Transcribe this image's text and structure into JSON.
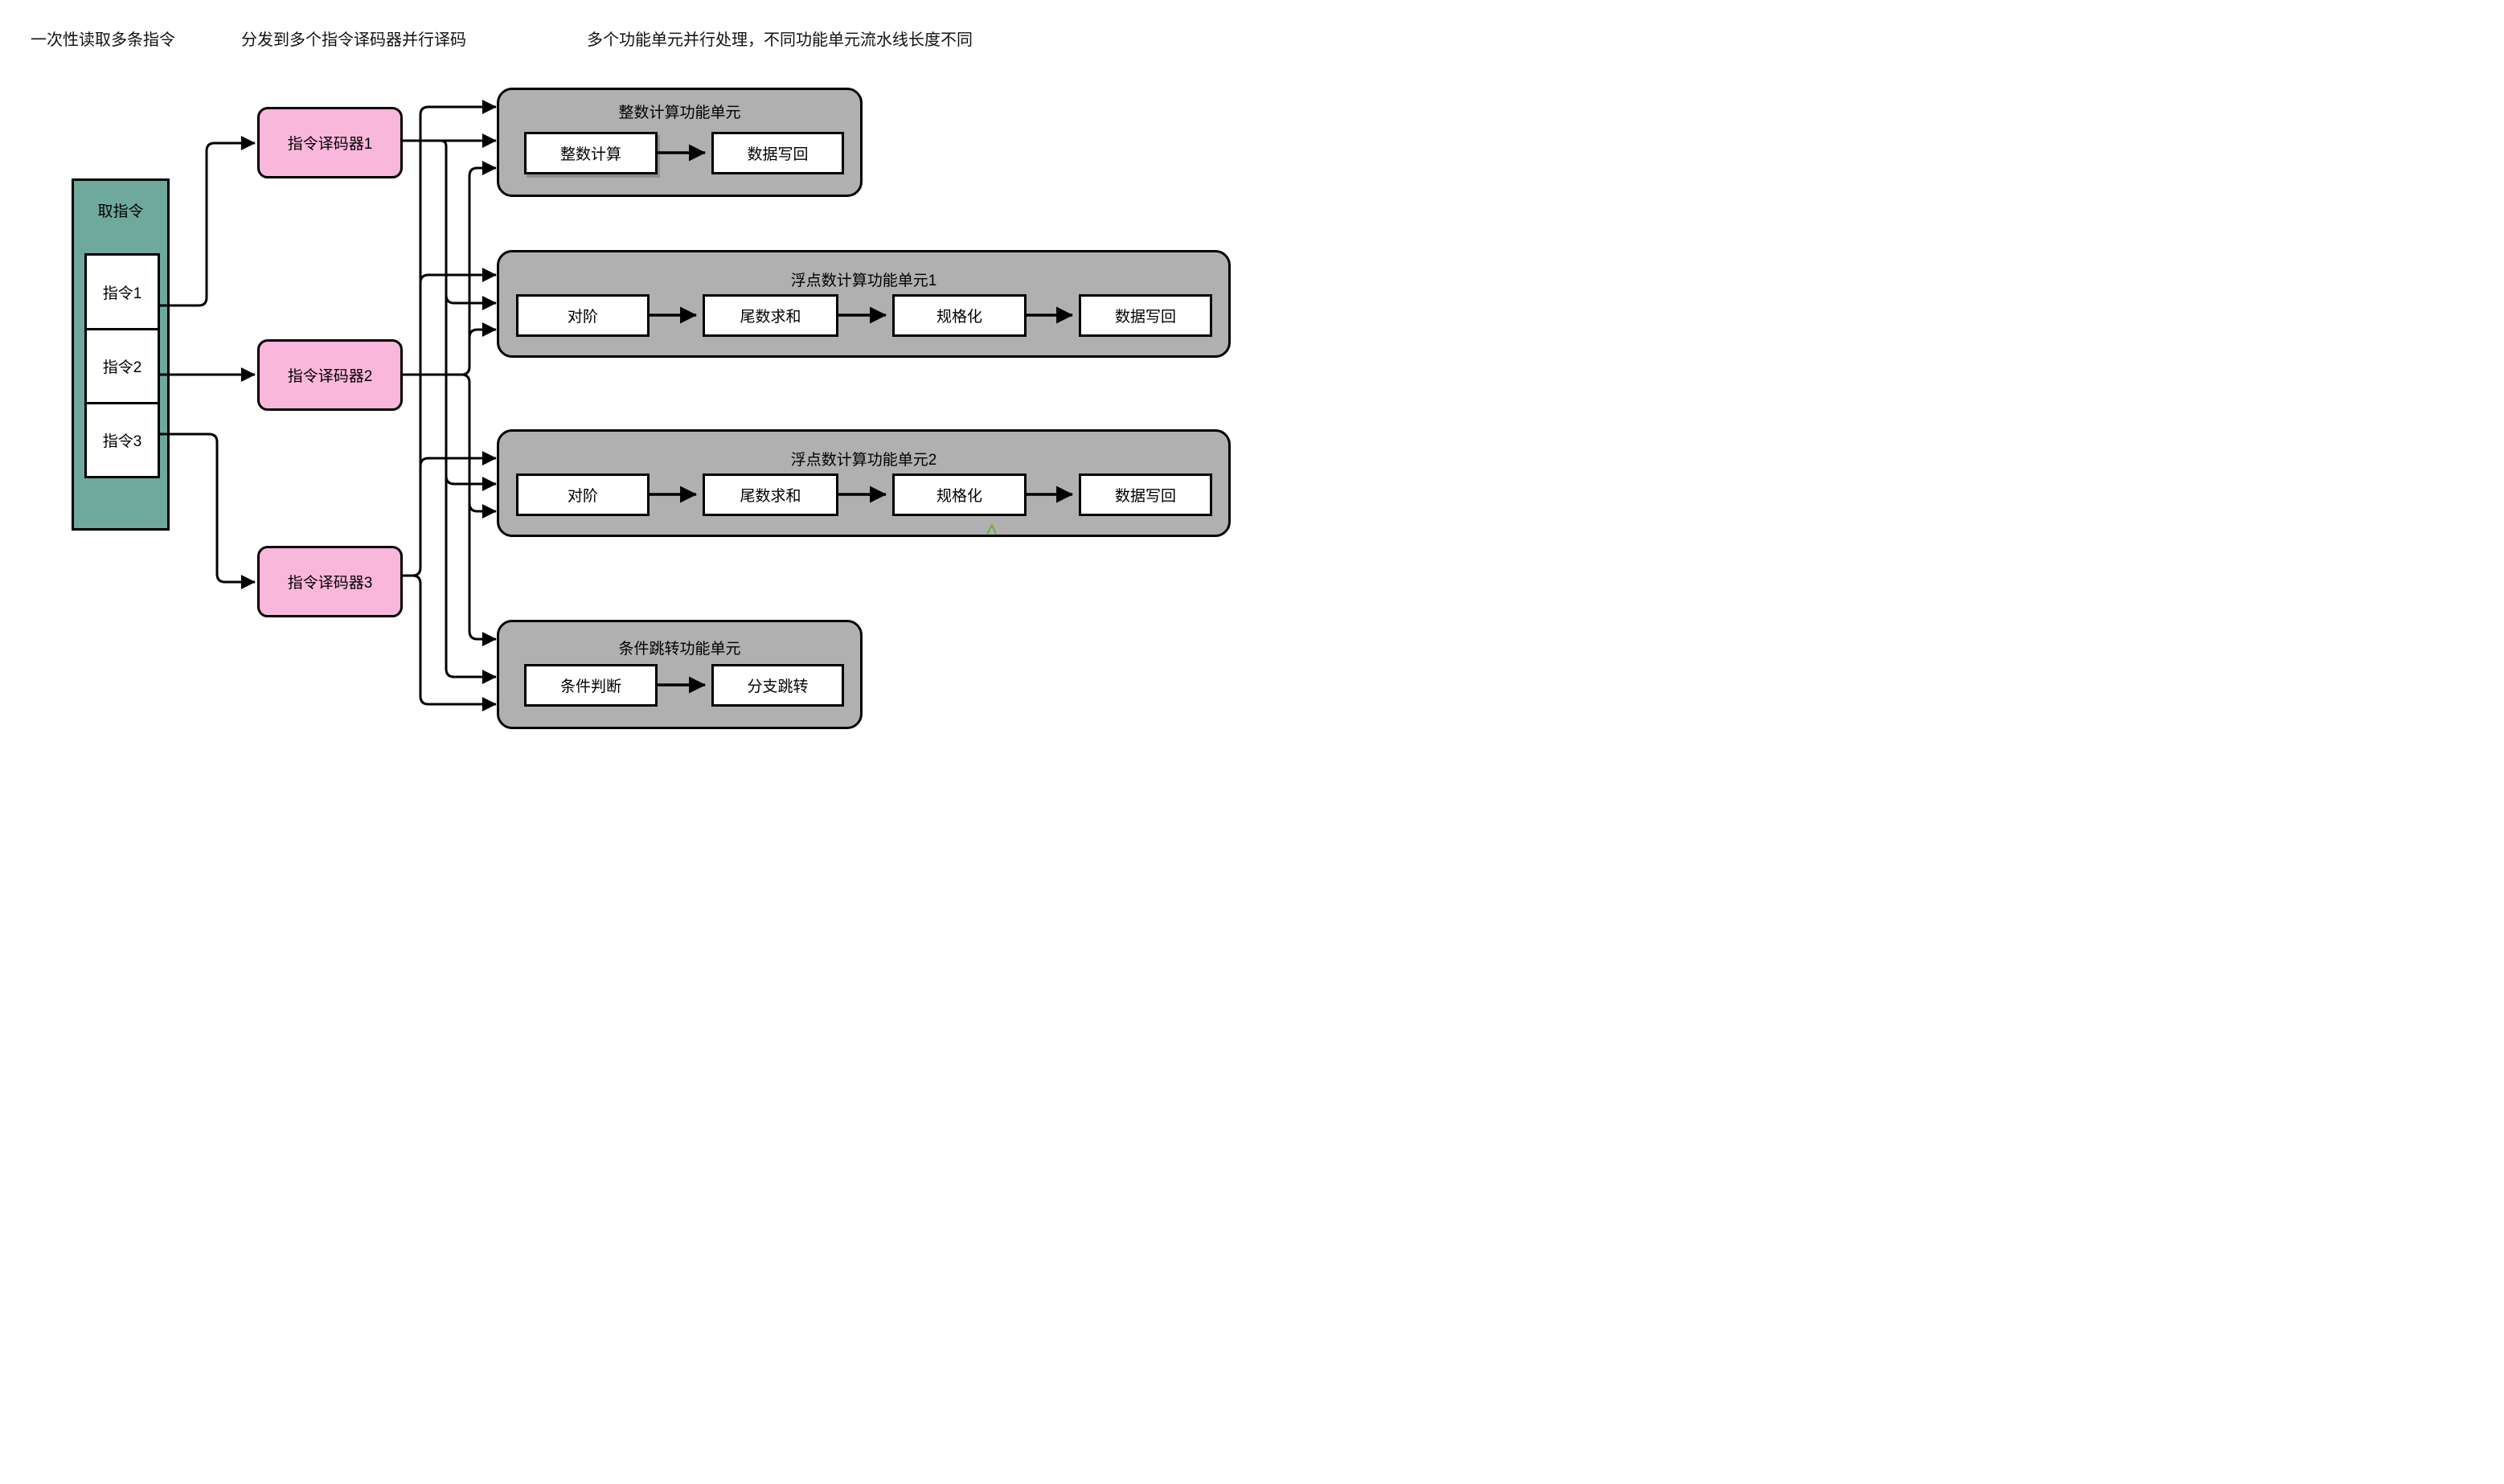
{
  "annotations": {
    "fetch": "一次性读取多条指令",
    "decode": "分发到多个指令译码器并行译码",
    "execute": "多个功能单元并行处理，不同功能单元流水线长度不同"
  },
  "fetch_unit": {
    "title": "取指令",
    "instructions": [
      "指令1",
      "指令2",
      "指令3"
    ]
  },
  "decoders": [
    {
      "label": "指令译码器1"
    },
    {
      "label": "指令译码器2"
    },
    {
      "label": "指令译码器3"
    }
  ],
  "functional_units": [
    {
      "title": "整数计算功能单元",
      "stages": [
        "整数计算",
        "数据写回"
      ]
    },
    {
      "title": "浮点数计算功能单元1",
      "stages": [
        "对阶",
        "尾数求和",
        "规格化",
        "数据写回"
      ]
    },
    {
      "title": "浮点数计算功能单元2",
      "stages": [
        "对阶",
        "尾数求和",
        "规格化",
        "数据写回"
      ]
    },
    {
      "title": "条件跳转功能单元",
      "stages": [
        "条件判断",
        "分支跳转"
      ]
    }
  ],
  "colors": {
    "fetch_fill": "#6FA99B",
    "decoder_fill": "#FAB7DC",
    "unit_fill": "#B0B0B0",
    "stage_fill": "#FFFFFF",
    "line": "#000000",
    "artifact_green": "#6FAE2F"
  }
}
